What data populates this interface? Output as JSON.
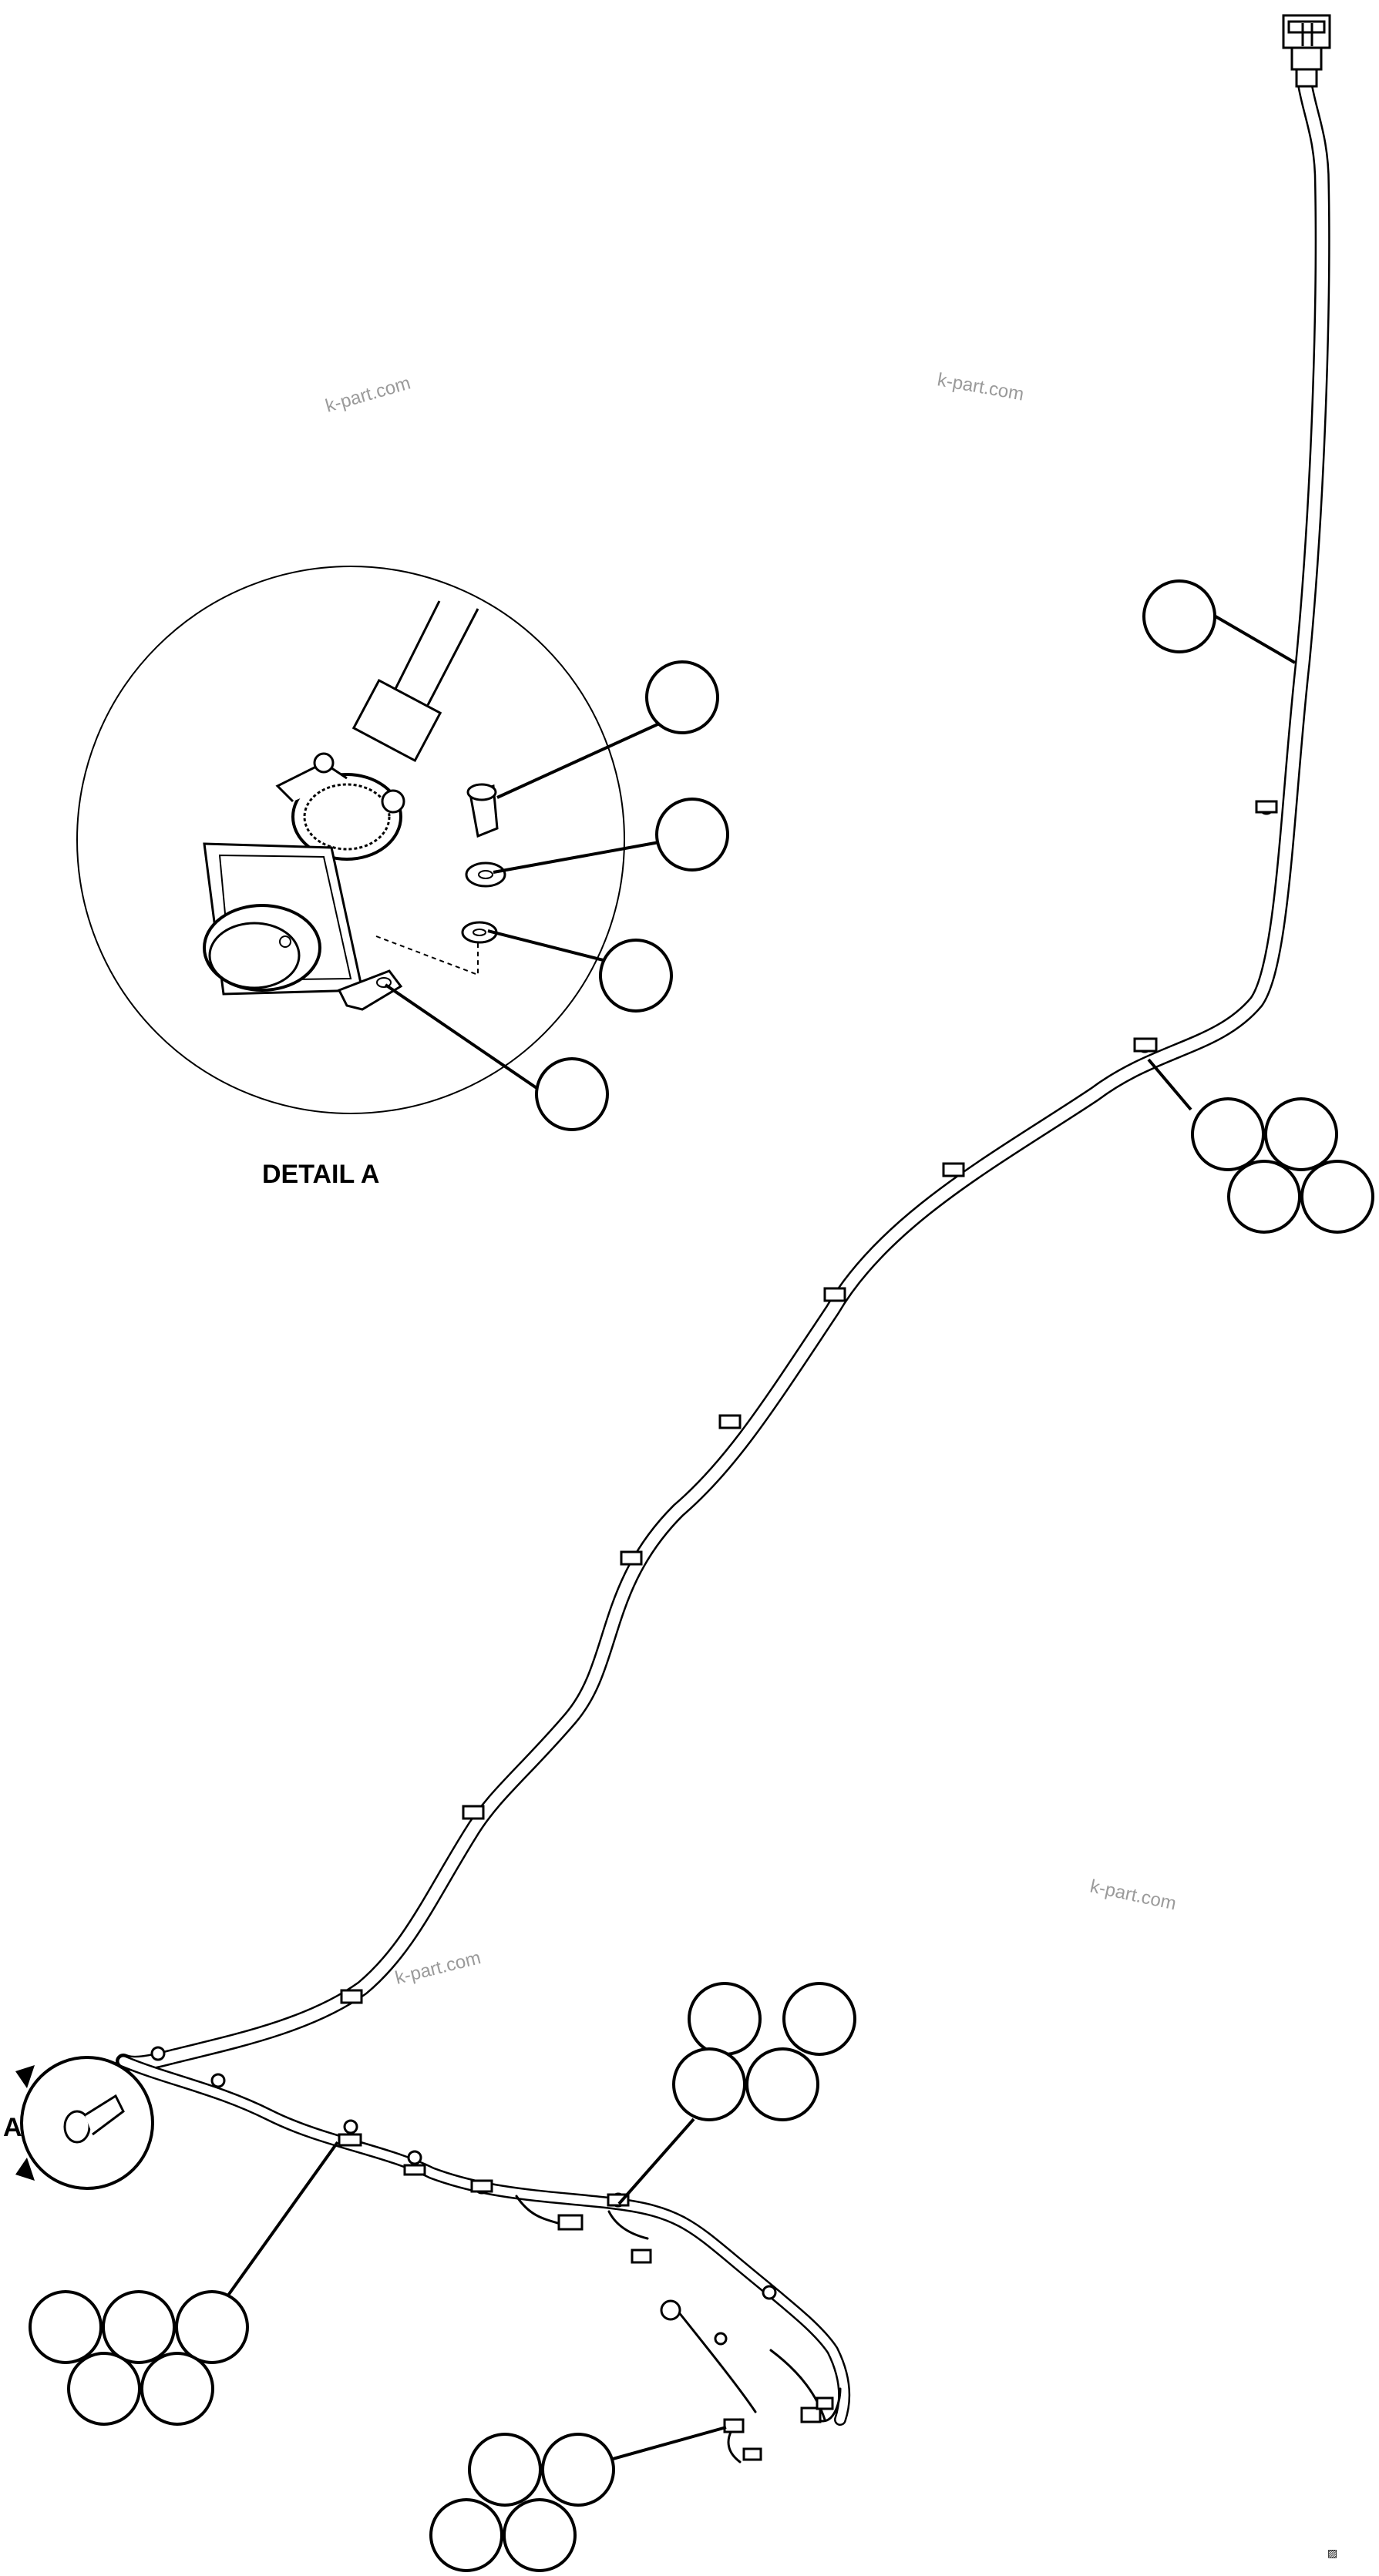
{
  "diagram": {
    "detail_label": "DETAIL A",
    "view_letter": "A",
    "watermark_text": "k-part.com",
    "page_mark": "▨"
  },
  "colors": {
    "line": "#000000",
    "watermark": "#9a9a9a",
    "background": "#ffffff"
  }
}
